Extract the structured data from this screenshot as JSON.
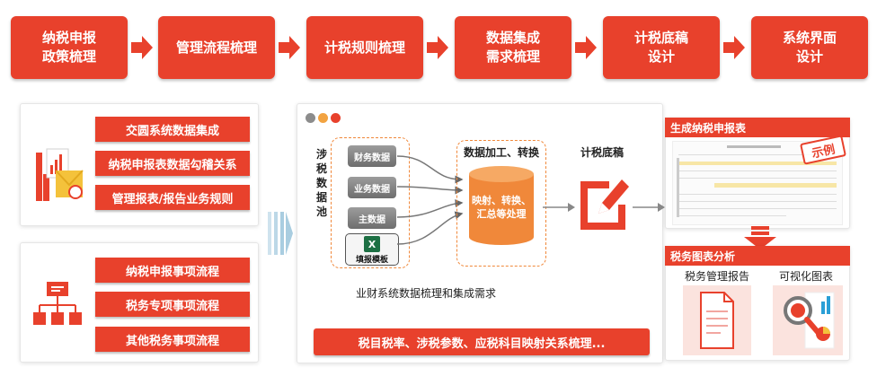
{
  "steps": [
    "纳税申报\n政策梳理",
    "管理流程梳理",
    "计税规则梳理",
    "数据集成\n需求梳理",
    "计税底稿\n设计",
    "系统界面\n设计"
  ],
  "left_top": {
    "tags": [
      "交圆系统数据集成",
      "纳税申报表数据勾稽关系",
      "管理报表/报告业务规则"
    ]
  },
  "left_bottom": {
    "tags": [
      "纳税申报事项流程",
      "税务专项事项流程",
      "其他税务事项流程"
    ]
  },
  "flow": {
    "pool_title": "涉税数据池",
    "pool_items": [
      "财务数据",
      "业务数据",
      "主数据",
      "填报模板"
    ],
    "excel_letter": "X",
    "process_title": "数据加工、转换",
    "process_body": "映射、转换、\n汇总等处理",
    "draft_title": "计税底稿",
    "caption": "业财系统数据梳理和集成需求",
    "bottom_banner": "税目税率、涉税参数、应税科目映射关系梳理..."
  },
  "right": {
    "report_header": "生成纳税申报表",
    "stamp": "示例",
    "analysis_header": "税务图表分析",
    "label_report": "税务管理报告",
    "label_chart": "可视化图表"
  },
  "colors": {
    "accent": "#e8412c",
    "orange": "#f0883a",
    "dots": [
      "#8c8c8c",
      "#f2a341",
      "#e8412c"
    ]
  }
}
